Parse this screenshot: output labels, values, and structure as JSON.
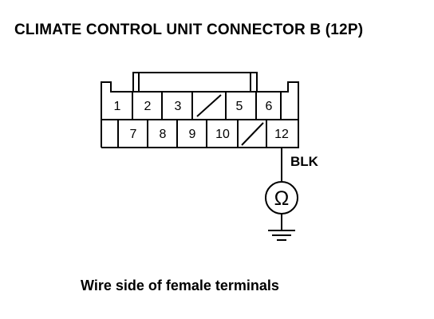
{
  "title": "CLIMATE CONTROL UNIT CONNECTOR B (12P)",
  "caption": "Wire side of female terminals",
  "connector": {
    "top_row": [
      "1",
      "2",
      "3",
      "",
      "5",
      "6"
    ],
    "bottom_row": [
      "7",
      "8",
      "9",
      "10",
      "",
      "12"
    ],
    "empty_cavity_indicator": "slash"
  },
  "wire": {
    "terminal": "12",
    "color_label": "BLK"
  },
  "meter": {
    "symbol": "Ω",
    "icon": "ohmmeter-icon"
  },
  "ground": {
    "icon": "ground-icon"
  }
}
